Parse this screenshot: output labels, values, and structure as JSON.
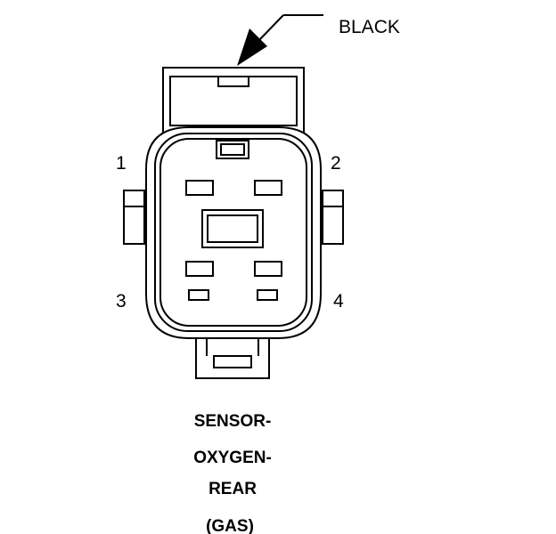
{
  "callout": {
    "label": "BLACK"
  },
  "pins": {
    "p1": "1",
    "p2": "2",
    "p3": "3",
    "p4": "4"
  },
  "caption": {
    "line1": "SENSOR-",
    "line2": "OXYGEN-",
    "line3": "REAR",
    "line4": "(GAS)"
  },
  "colors": {
    "ink": "#000000",
    "paper": "#ffffff"
  }
}
